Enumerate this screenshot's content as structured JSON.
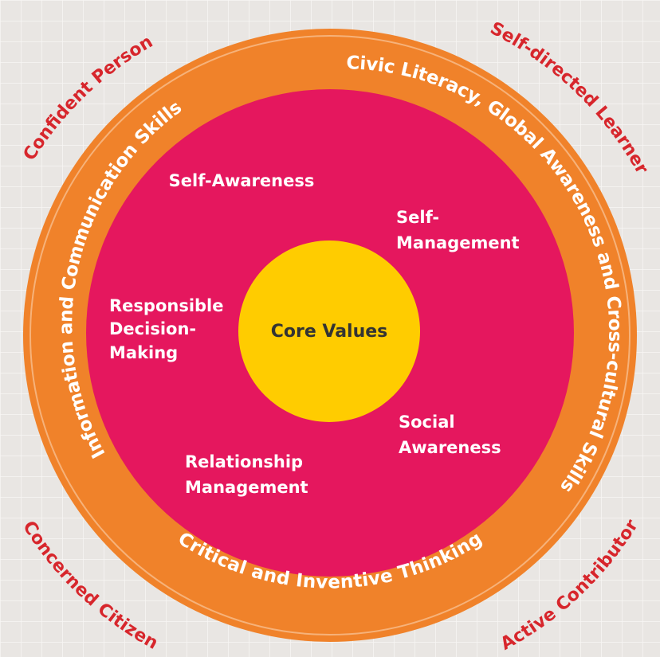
{
  "colors": {
    "background": "#e9e6e3",
    "grid": "#f6f4f2",
    "outer_ring": "#f0822a",
    "ring_edge": "#f6b27a",
    "inner_disc": "#e5175e",
    "core": "#ffcc00",
    "corner_text": "#d7262c"
  },
  "core": {
    "label": "Core Values"
  },
  "inner_competencies": {
    "self_awareness": [
      "Self-Awareness"
    ],
    "self_management": [
      "Self-",
      "Management"
    ],
    "responsible_decision_making": [
      "Responsible",
      "Decision-",
      "Making"
    ],
    "social_awareness": [
      "Social",
      "Awareness"
    ],
    "relationship_management": [
      "Relationship",
      "Management"
    ]
  },
  "ring_skills": {
    "left": "Information and Communication Skills",
    "right": "Civic Literacy, Global Awareness and Cross-cultural Skills",
    "bottom": "Critical and Inventive Thinking"
  },
  "outcomes": {
    "top_left": "Confident Person",
    "top_right": "Self-directed Learner",
    "bottom_left": "Concerned Citizen",
    "bottom_right": "Active Contributor"
  }
}
